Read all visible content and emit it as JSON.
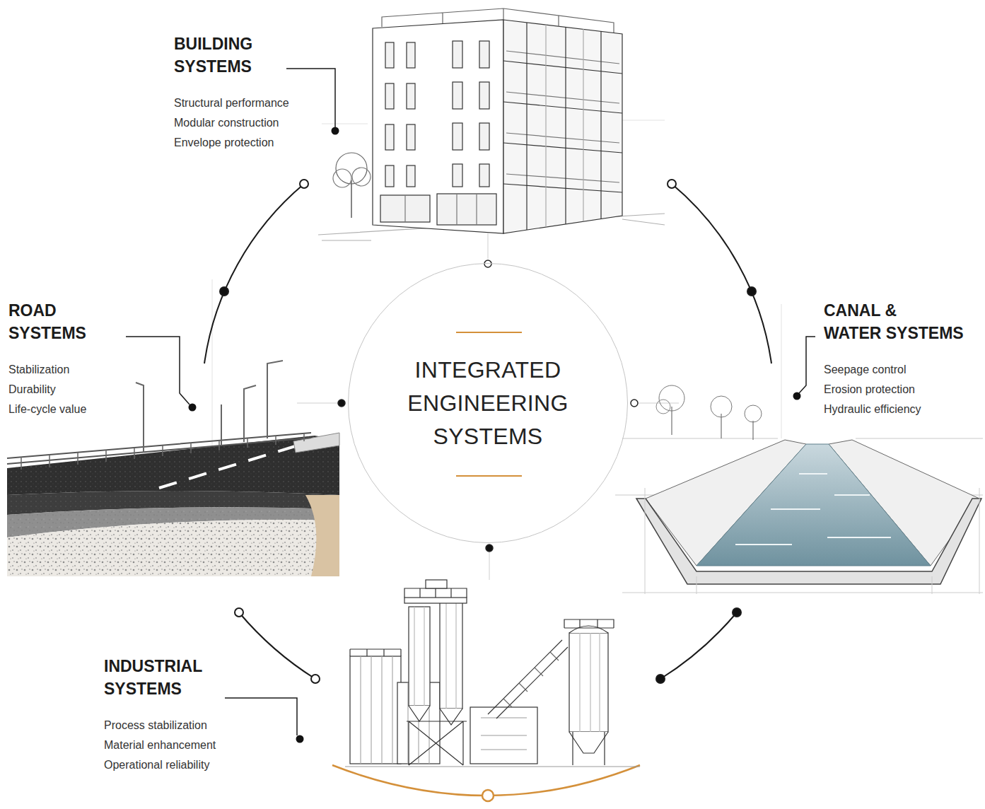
{
  "diagram": {
    "nodes": [
      {
        "text": [
          "INTEGRATED ENGINEERING SYSTEMS"
        ]
      }
    ],
    "labels": [
      "BUILDING SYSTEMS",
      "Structural performance",
      "Modular construction",
      "Envelope protection",
      "ROAD SYSTEMS",
      "Stabilization",
      "Durability",
      "Life-cycle value",
      "CANAL & WATER SYSTEMS",
      "Seepage control",
      "Erosion protection",
      "Hydraulic efficiency",
      "INDUSTRIAL SYSTEMS",
      "Process stabilization",
      "Material enhancement",
      "Operational reliability"
    ]
  }
}
